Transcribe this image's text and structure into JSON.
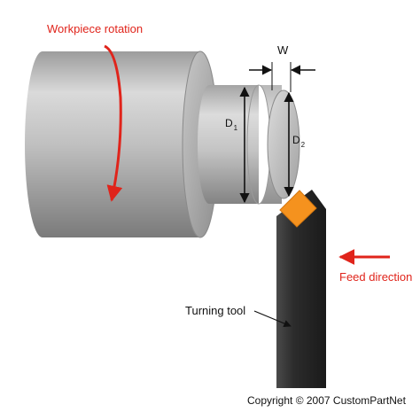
{
  "labels": {
    "workpiece_rotation": "Workpiece rotation",
    "width": "W",
    "d1_main": "D",
    "d1_sub": "1",
    "d2_main": "D",
    "d2_sub": "2",
    "feed_direction": "Feed direction",
    "turning_tool": "Turning tool",
    "copyright": "Copyright © 2007 CustomPartNet"
  },
  "colors": {
    "annotation_red": "#e0241b",
    "cutting_insert": "#f5921e",
    "tool_body": "#2b2b2b",
    "workpiece": "#a9a9a9"
  }
}
